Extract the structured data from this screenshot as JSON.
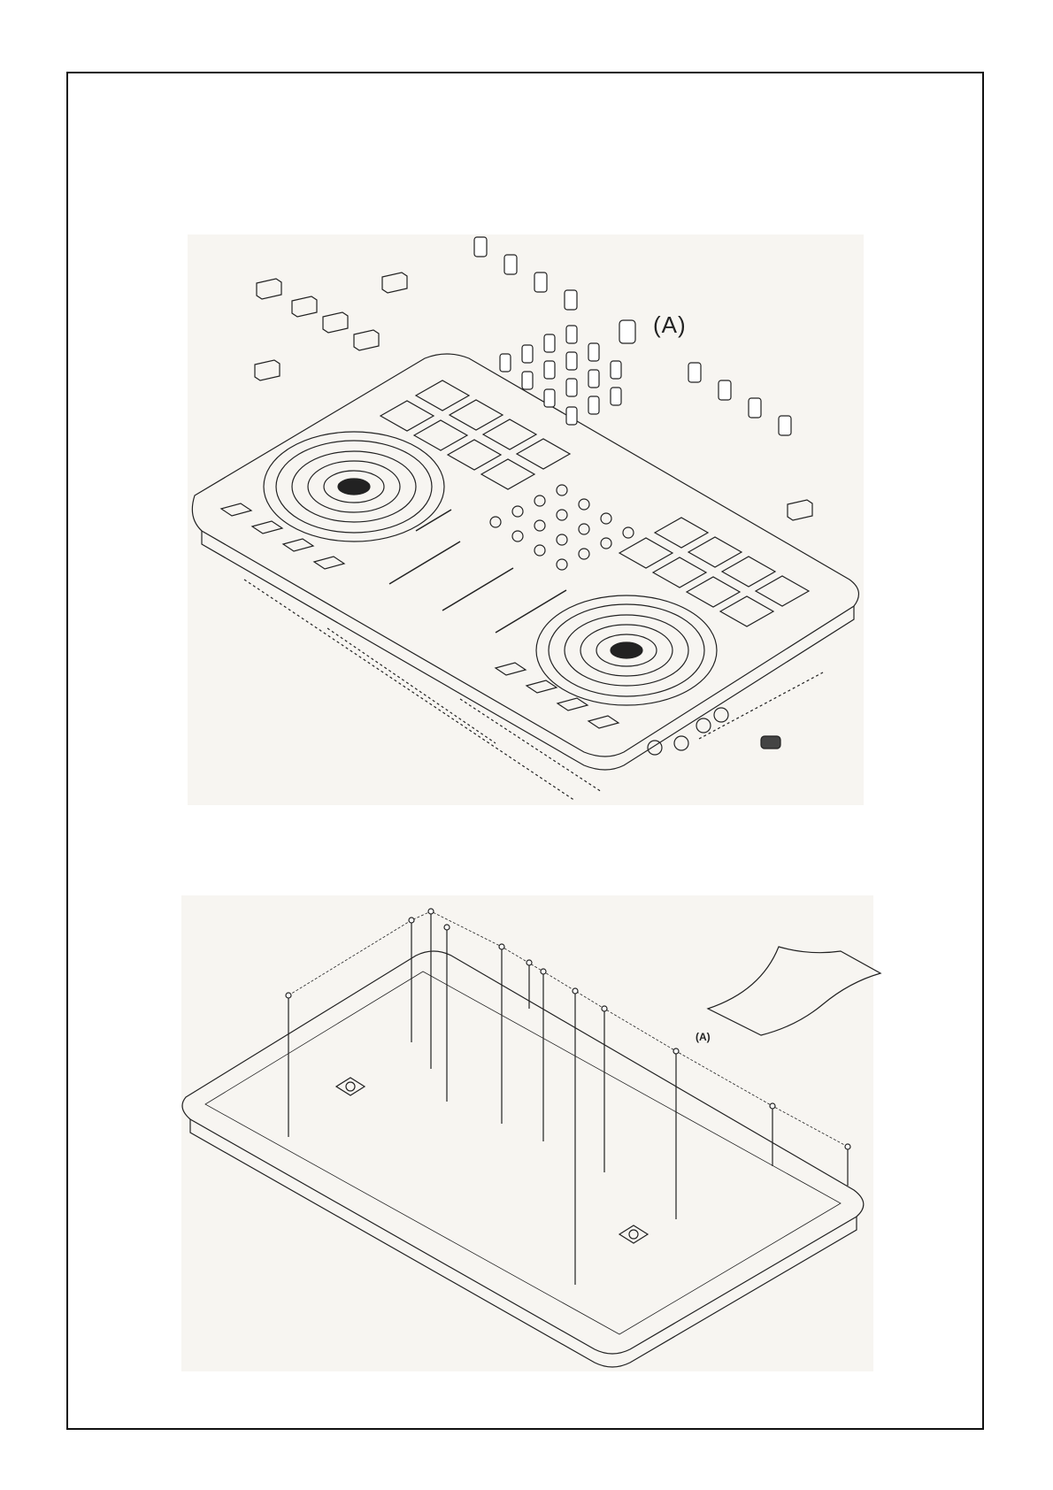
{
  "figures": [
    {
      "id": "top",
      "description": "exploded-view",
      "callout": "(A)"
    },
    {
      "id": "bottom",
      "description": "base-plate-view",
      "callout": "(A)"
    }
  ],
  "colors": {
    "line": "#222222",
    "panel": "#f7f5f1",
    "frame": "#111111"
  }
}
